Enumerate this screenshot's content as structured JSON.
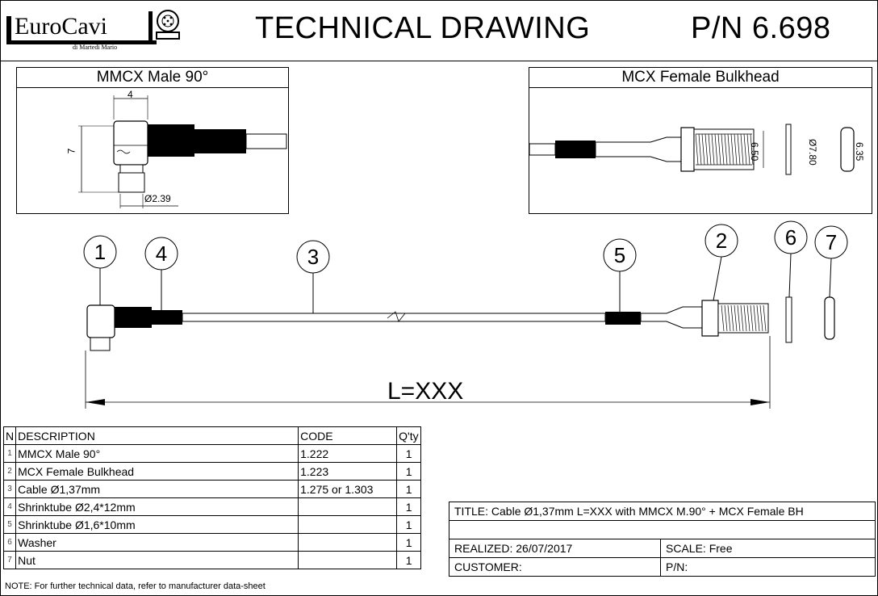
{
  "header": {
    "logo_text": "EuroCavi",
    "logo_subtext": "di Martedi Mario",
    "title": "TECHNICAL DRAWING",
    "part_number": "P/N 6.698"
  },
  "details": {
    "left": {
      "title": "MMCX Male 90°",
      "dim_width": "4",
      "dim_height": "7",
      "dim_diameter": "Ø2.39"
    },
    "right": {
      "title": "MCX Female Bulkhead",
      "dim_a": "6.50",
      "dim_b": "Ø7.80",
      "dim_c": "6.35"
    }
  },
  "assembly": {
    "balloons": [
      "1",
      "4",
      "3",
      "5",
      "2",
      "6",
      "7"
    ],
    "length_label": "L=XXX"
  },
  "bom": {
    "headers": {
      "n": "N",
      "description": "DESCRIPTION",
      "code": "CODE",
      "qty": "Q'ty"
    },
    "rows": [
      {
        "n": "1",
        "description": "MMCX Male 90°",
        "code": "1.222",
        "qty": "1"
      },
      {
        "n": "2",
        "description": "MCX Female Bulkhead",
        "code": "1.223",
        "qty": "1"
      },
      {
        "n": "3",
        "description": "Cable Ø1,37mm",
        "code": "1.275 or 1.303",
        "qty": "1"
      },
      {
        "n": "4",
        "description": "Shrinktube Ø2,4*12mm",
        "code": "",
        "qty": "1"
      },
      {
        "n": "5",
        "description": "Shrinktube Ø1,6*10mm",
        "code": "",
        "qty": "1"
      },
      {
        "n": "6",
        "description": "Washer",
        "code": "",
        "qty": "1"
      },
      {
        "n": "7",
        "description": "Nut",
        "code": "",
        "qty": "1"
      }
    ]
  },
  "title_block": {
    "title": "TITLE: Cable Ø1,37mm L=XXX with MMCX M.90° + MCX Female BH",
    "realized": "REALIZED: 26/07/2017",
    "scale": "SCALE: Free",
    "customer": "CUSTOMER:",
    "pn": "P/N:"
  },
  "note": "NOTE: For further technical data, refer to manufacturer data-sheet"
}
